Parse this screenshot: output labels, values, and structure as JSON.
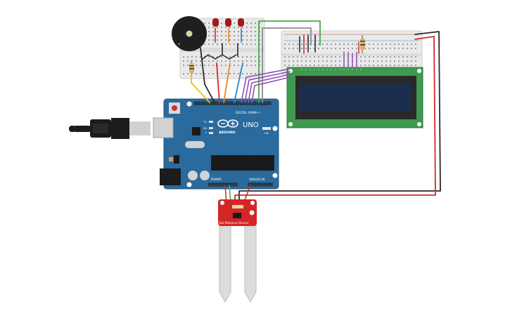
{
  "arduino": {
    "model": "UNO",
    "brand": "ARDUINO",
    "digital_header": "DIGITAL (PWM~)",
    "power_header": "POWER",
    "analog_header": "ANALOG IN",
    "led_tx": "TX",
    "led_rx": "RX",
    "led_on": "ON",
    "led_l": "L"
  },
  "sensor": {
    "label": "Soil Moisture Sensor"
  },
  "colors": {
    "board": "#2b6a9c",
    "breadboard": "#e9e9e9",
    "lcd_pcb": "#3e9a4e",
    "lcd_screen": "#1b2e4e",
    "sensor_pcb": "#d32626",
    "wire_red": "#d42a2a",
    "wire_black": "#2a2a2a",
    "wire_green": "#4aa84a",
    "wire_gray": "#8a8a8a",
    "wire_purple": "#8f4fb0",
    "wire_orange": "#e8861e",
    "wire_blue": "#2a86c8",
    "wire_yellow": "#e6c21a",
    "led": "#a31818"
  }
}
